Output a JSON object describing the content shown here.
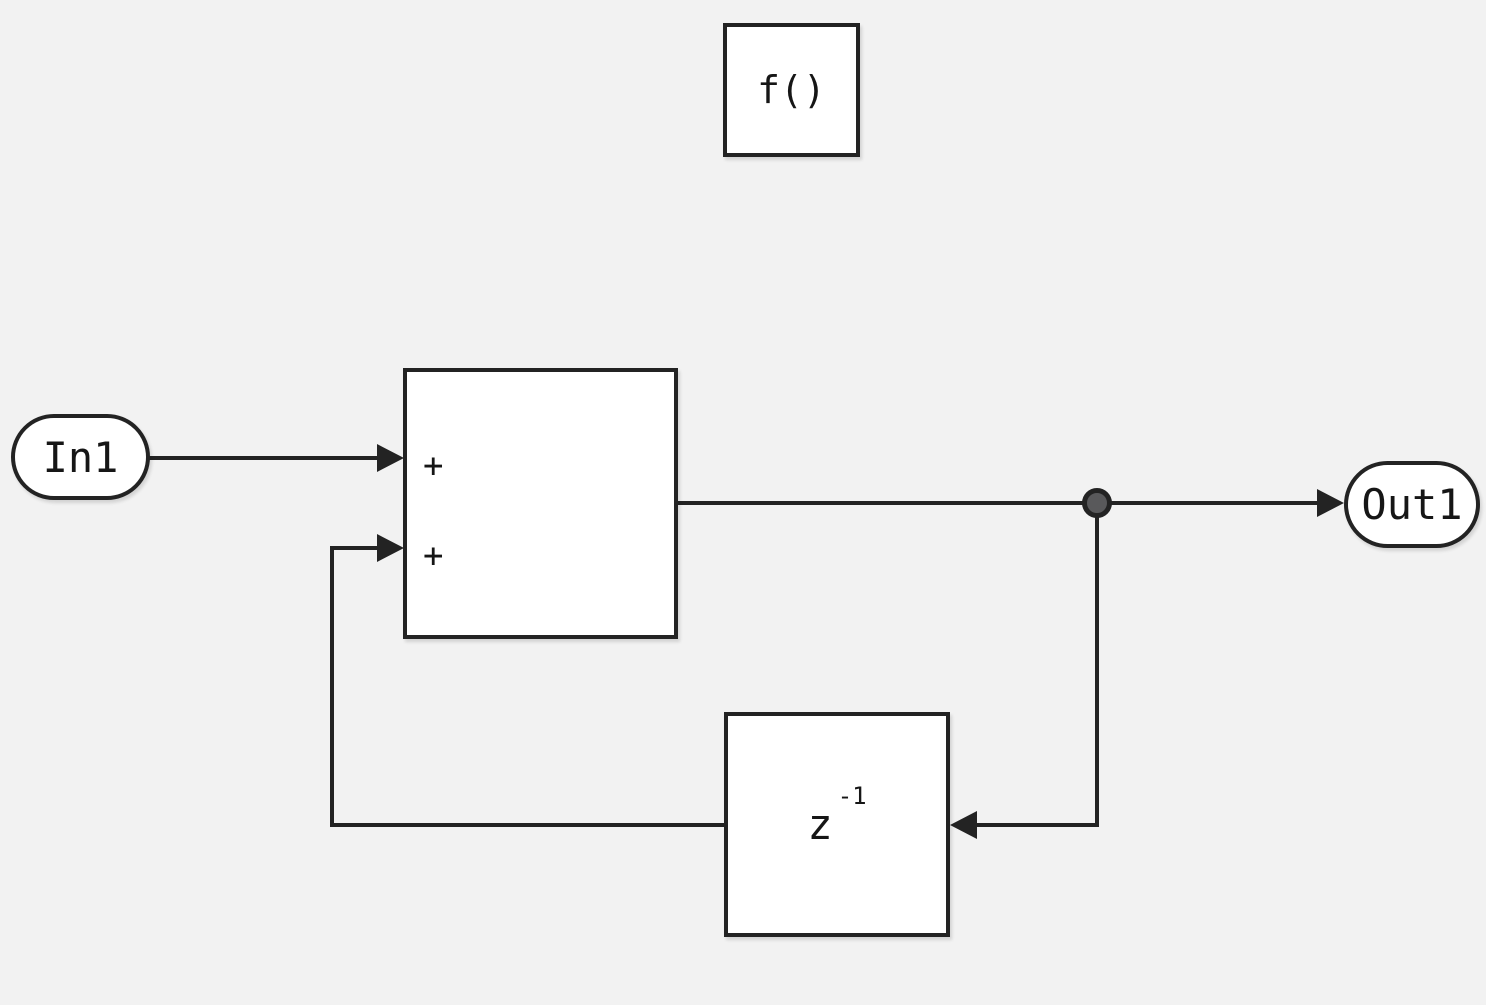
{
  "diagram": {
    "colors": {
      "background": "#f2f2f2",
      "line": "#232323",
      "block_fill": "#ffffff",
      "junction_fill": "#59595b",
      "text": "#161616"
    },
    "blocks": {
      "function_call": {
        "label": "f()"
      },
      "sum": {
        "port1_sign": "+",
        "port2_sign": "+"
      },
      "unit_delay": {
        "base": "z",
        "exponent": "-1"
      },
      "inport": {
        "label": "In1"
      },
      "outport": {
        "label": "Out1"
      }
    }
  }
}
